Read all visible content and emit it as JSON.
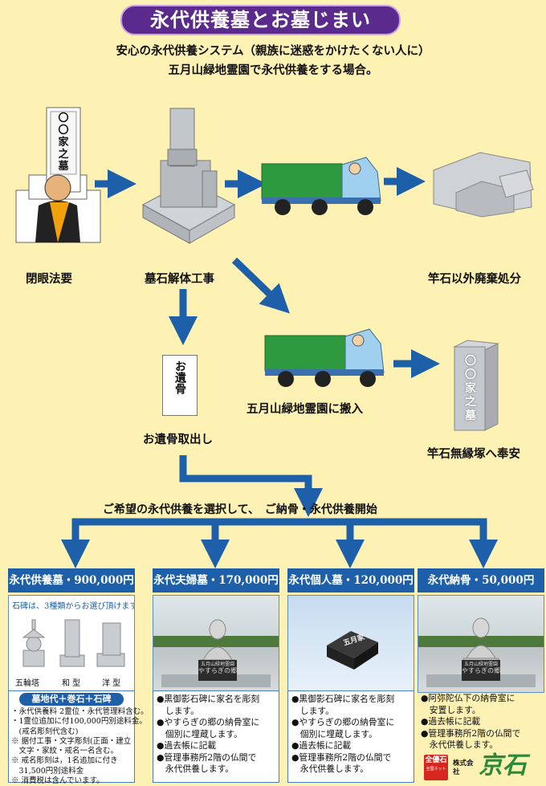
{
  "title": "永代供養墓とお墓じまい",
  "subtitle1": "安心の永代供養システム（親族に迷惑をかけたくない人に）",
  "subtitle2": "五月山緑地霊園で永代供養をする場合。",
  "steps": {
    "heigan": "閉眼法要",
    "kaitai": "墓石解体工事",
    "haiki": "竿石以外廃棄処分",
    "ikotsu": "お遺骨",
    "toridashi": "お遺骨取出し",
    "hannyu": "五月山緑地霊園に搬入",
    "muen": "竿石無縁塚へ奉安"
  },
  "grave_text": "〇〇家之墓",
  "select_text": "ご希望の永代供養を選択して、　ご納骨・永代供養開始",
  "plans": [
    {
      "title": "永代供養墓・900,000円",
      "note": "石碑は、3種類からお選び頂けます。",
      "stone_types": [
        "五輪塔",
        "和 型",
        "洋 型"
      ],
      "body_title": "墓地代＋巻石＋石碑",
      "lines": [
        "・永代供養料 2霊位・永代管理料含む。",
        "・1霊位追加に付100,000円別途料金。",
        "　(戒名彫刻代含む)",
        "※ 据付工事・文字彫刻(正面・建立",
        "　文字・家紋・戒名一名含む。",
        "※ 戒名彫刻は，1名追加に付き",
        "　31,500円別途料金",
        "※ 消費税は含んでいます。"
      ]
    },
    {
      "title": "永代夫婦墓・170,000円",
      "plaque": [
        "五月山緑地霊園",
        "やすらぎの郷"
      ],
      "lines": [
        "●黒御影石碑に家名を彫刻",
        "　します。",
        "●やすらぎの郷の納骨室に",
        "　個別に埋蔵します。",
        "●過去帳に記載",
        "●管理事務所2階の仏間で",
        "　永代供養します。"
      ]
    },
    {
      "title": "永代個人墓・120,000円",
      "stone_text": "五月家",
      "lines": [
        "●黒御影石碑に家名を彫刻",
        "　します。",
        "●やすらぎの郷の納骨室に",
        "　個別に埋蔵します。",
        "●過去帳に記載",
        "●管理事務所2階の仏間で",
        "　永代供養します。"
      ]
    },
    {
      "title": "永代納骨・50,000円",
      "plaque": [
        "五月山緑地霊園",
        "やすらぎの郷"
      ],
      "lines": [
        "●阿弥陀仏下の納骨室に",
        "　安置します。",
        "●過去帳に記載",
        "●管理事務所2階の仏間で",
        "　永代供養します。"
      ]
    }
  ],
  "logo": {
    "badge_top": "全優石",
    "badge_mid": "全国ネット",
    "company_prefix": "株式会社",
    "company_name": "京石"
  },
  "colors": {
    "purple": "#5a2a8c",
    "blue": "#1d5fa9",
    "bg": "#fdf1b4"
  }
}
